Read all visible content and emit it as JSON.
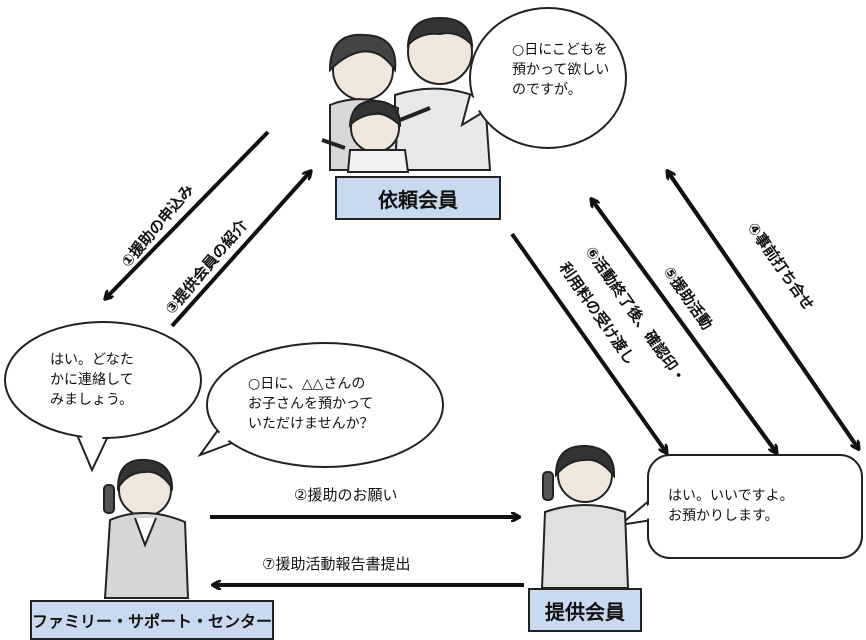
{
  "nodes": {
    "requester": "依頼会員",
    "provider": "提供会員",
    "center": "ファミリー・サポート・センター"
  },
  "bubbles": {
    "requester": "○日にこどもを\n預かって欲しい\nのですが。",
    "center_reply": "はい。どなた\nかに連絡して\nみましょう。",
    "center_request": "○日に、△△さんの\nお子さんを預かって\nいただけませんか？",
    "provider_reply": "はい。いいですよ。\nお預かりします。"
  },
  "edges": {
    "e1": "①援助の申込み",
    "e2": "②援助のお願い",
    "e3": "③提供会員の紹介",
    "e4": "④事前打ち合せ",
    "e5": "⑤援助活動",
    "e6_line1": "⑥活動終了後、確認印・",
    "e6_line2": "利用料の受け渡し",
    "e7": "⑦援助活動報告書提出"
  }
}
